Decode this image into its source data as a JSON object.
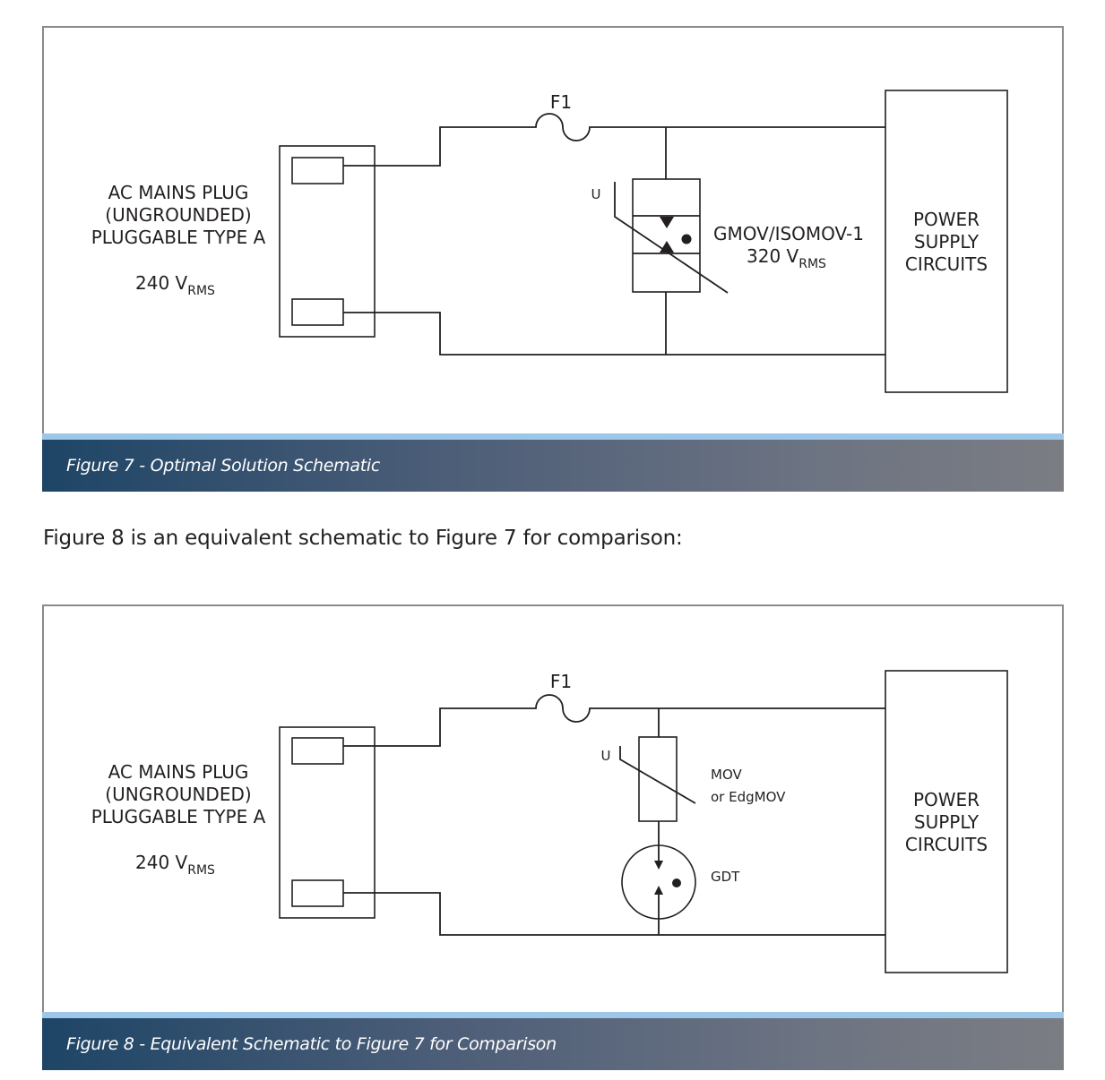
{
  "figure7": {
    "plug_label": [
      "AC MAINS PLUG",
      "(UNGROUNDED)",
      "PLUGGABLE TYPE A"
    ],
    "voltage_value": "240 V",
    "voltage_subscript": "RMS",
    "fuse_label": "F1",
    "device_label_line1": "GMOV/ISOMOV-1",
    "device_rating_value": "320 V",
    "device_rating_subscript": "RMS",
    "u_label": "U",
    "load_label": [
      "POWER",
      "SUPPLY",
      "CIRCUITS"
    ],
    "caption": "Figure 7 - Optimal Solution Schematic"
  },
  "body_text": "Figure 8 is an equivalent schematic to Figure 7 for comparison:",
  "figure8": {
    "plug_label": [
      "AC MAINS PLUG",
      "(UNGROUNDED)",
      "PLUGGABLE TYPE A"
    ],
    "voltage_value": "240 V",
    "voltage_subscript": "RMS",
    "fuse_label": "F1",
    "u_label": "U",
    "mov_label": [
      "MOV",
      "or EdgMOV"
    ],
    "gdt_label": "GDT",
    "load_label": [
      "POWER",
      "SUPPLY",
      "CIRCUITS"
    ],
    "caption": "Figure 8 - Equivalent Schematic to Figure 7 for Comparison"
  },
  "colors": {
    "frame": "#8a8a8a",
    "caption_accent": "#9cc7e8",
    "caption_dark": "#1e4566",
    "caption_light": "#7b7d83",
    "ink": "#231f20"
  }
}
